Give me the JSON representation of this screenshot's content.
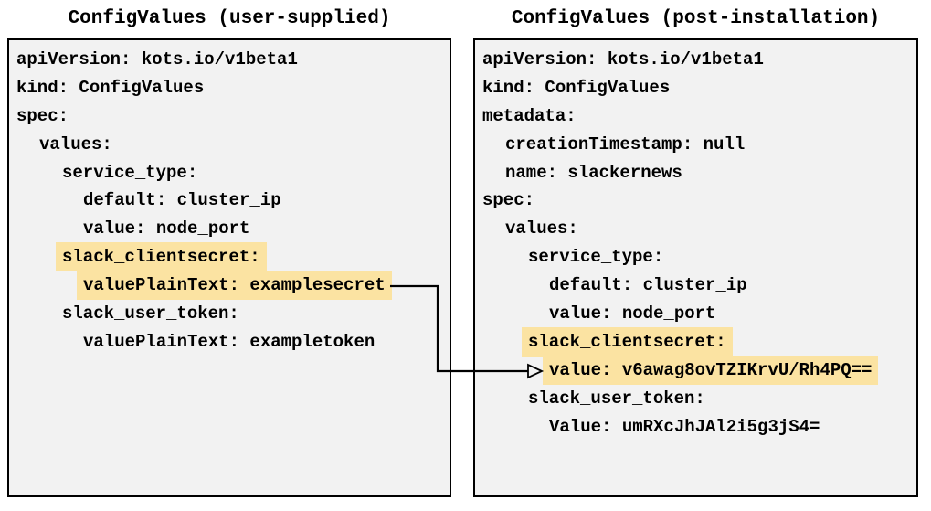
{
  "diagram": {
    "panels": [
      {
        "id": "user-supplied",
        "title": "ConfigValues (user-supplied)",
        "lines": [
          {
            "text": "apiVersion: kots.io/v1beta1",
            "indent": 0,
            "highlight": false
          },
          {
            "text": "kind: ConfigValues",
            "indent": 0,
            "highlight": false
          },
          {
            "text": "spec:",
            "indent": 0,
            "highlight": false
          },
          {
            "text": "values:",
            "indent": 1,
            "highlight": false
          },
          {
            "text": "service_type:",
            "indent": 2,
            "highlight": false
          },
          {
            "text": "default: cluster_ip",
            "indent": 3,
            "highlight": false
          },
          {
            "text": "value: node_port",
            "indent": 3,
            "highlight": false
          },
          {
            "text": "slack_clientsecret:",
            "indent": 2,
            "highlight": true
          },
          {
            "text": "valuePlainText: examplesecret",
            "indent": 3,
            "highlight": true
          },
          {
            "text": "slack_user_token:",
            "indent": 2,
            "highlight": false
          },
          {
            "text": "valuePlainText: exampletoken",
            "indent": 3,
            "highlight": false
          }
        ]
      },
      {
        "id": "post-installation",
        "title": "ConfigValues (post-installation)",
        "lines": [
          {
            "text": "apiVersion: kots.io/v1beta1",
            "indent": 0,
            "highlight": false
          },
          {
            "text": "kind: ConfigValues",
            "indent": 0,
            "highlight": false
          },
          {
            "text": "metadata:",
            "indent": 0,
            "highlight": false
          },
          {
            "text": "creationTimestamp: null",
            "indent": 1,
            "highlight": false
          },
          {
            "text": "name: slackernews",
            "indent": 1,
            "highlight": false
          },
          {
            "text": "spec:",
            "indent": 0,
            "highlight": false
          },
          {
            "text": "values:",
            "indent": 1,
            "highlight": false
          },
          {
            "text": "service_type:",
            "indent": 2,
            "highlight": false
          },
          {
            "text": "default: cluster_ip",
            "indent": 3,
            "highlight": false
          },
          {
            "text": "value: node_port",
            "indent": 3,
            "highlight": false
          },
          {
            "text": "slack_clientsecret:",
            "indent": 2,
            "highlight": true
          },
          {
            "text": "value: v6awag8ovTZIKrvU/Rh4PQ==",
            "indent": 3,
            "highlight": true
          },
          {
            "text": "slack_user_token:",
            "indent": 2,
            "highlight": false
          },
          {
            "text": "Value: umRXcJhJAl2i5g3jS4=",
            "indent": 3,
            "highlight": false
          }
        ]
      }
    ],
    "arrow": {
      "from_text": "valuePlainText: examplesecret",
      "to_text": "value: v6awag8ovTZIKrvU/Rh4PQ=="
    },
    "colors": {
      "highlight": "#fbe3a2",
      "panel_background": "#f2f2f2",
      "panel_border": "#000000",
      "text": "#000000"
    }
  }
}
